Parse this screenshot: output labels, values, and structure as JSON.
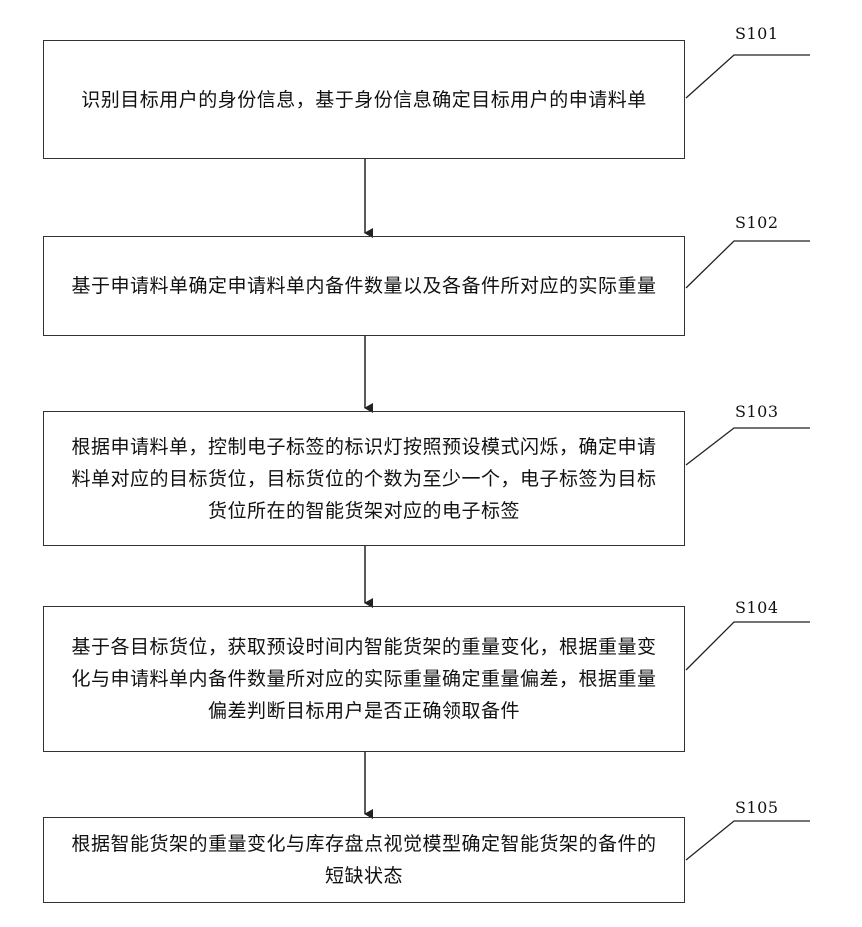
{
  "steps": [
    {
      "label": "S101",
      "text": "识别目标用户的身份信息，基于身份信息确定目标用户的申请料单"
    },
    {
      "label": "S102",
      "text": "基于申请料单确定申请料单内备件数量以及各备件所对应的实际重量"
    },
    {
      "label": "S103",
      "text": "根据申请料单，控制电子标签的标识灯按照预设模式闪烁，确定申请料单对应的目标货位，目标货位的个数为至少一个，电子标签为目标货位所在的智能货架对应的电子标签"
    },
    {
      "label": "S104",
      "text": "基于各目标货位，获取预设时间内智能货架的重量变化，根据重量变化与申请料单内备件数量所对应的实际重量确定重量偏差，根据重量偏差判断目标用户是否正确领取备件"
    },
    {
      "label": "S105",
      "text": "根据智能货架的重量变化与库存盘点视觉模型确定智能货架的备件的短缺状态"
    }
  ]
}
